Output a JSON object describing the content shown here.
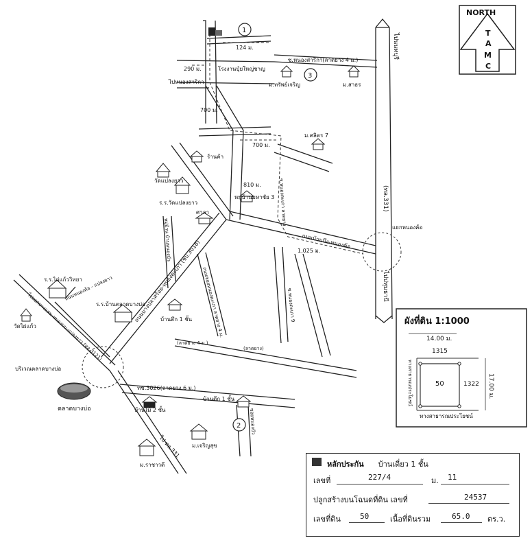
{
  "north": {
    "title": "NORTH",
    "letters": [
      "T",
      "A",
      "M",
      "C"
    ]
  },
  "roads": {
    "to_nonthaburi": "ไปนนทบุรี",
    "to_pathum": "ไปปทุมธานี",
    "route_331": "(ทล.331)",
    "nong_sarika_soi": "ซ.หนองสาริกา(ลาดยาง 4 ม.)",
    "to_nong_sarika": "ไปหนองสาริกา",
    "banbueng_nongkho": "ถนนบ้านบึง-หนองค้อ",
    "nong_kho_junction": "แยกหนองค้อ",
    "nong_pla_lai_road": "ถนนบางปลาสร้อย-หนองตะเภา (ชบ.3018)",
    "soi_left_vertical": "หมู่บ้าน บ้านหนองบัว",
    "soi_mid_vertical": "ถนนซอยหนองตะเภา ลาดยาง 4 ม.",
    "soi_right_vertical": "ซ.หนองตะเภา ลาดยาง",
    "soi_far_vertical": "ซ.หนองตะเภา 9",
    "lat_yang_4": "(ลาดยาง 4 ม.)",
    "lat_yang_right": "(ลาดยาง)",
    "bang_saen_road": "ไปแยกบางแสน-หนองมน-แปลงยาว (ทล.3121)",
    "nong_kho_3_left": "ถนนหนองค้อ - แปลงยาว",
    "soi_3026": "ทช.3026(ลาดยาง 6 ม.)",
    "to_331_bottom": "ไป ทล.331",
    "market_road": "บริเวณตลาดบางบ่อ",
    "vertical_soi_bottom": "ซอยหนองบัว"
  },
  "places": {
    "school_plywood": "โรงงานปุ๋ยใหญ่ชาญ",
    "village_sap": "ม.ทรัพย์เจริญ",
    "village_sathorn": "ม.สาธร",
    "village_silp": "ม.ศลิตร 7",
    "shop": "ร้านค้า",
    "wat_nongbua": "วัดแปลงยาว",
    "school_nongbua": "ร.ร.วัดแปลงยาว",
    "village_mahachai": "หมู่บ้านมหาชัย 3",
    "sala": "ศาลา",
    "school_left": "ร.ร.ไผ่แก้ววิทยา",
    "school_market": "ร.ร.บ้านตลาดบางบ่อ",
    "wat_left": "วัดไผ่แก้ว",
    "house_1floor": "บ้านตึก 1 ชั้น",
    "market": "ตลาดบางบ่อ",
    "house_2floor": "บ้านไม้ 2 ชั้น",
    "house_1floor_b": "บ้านตึก 1 ชั้น",
    "village_rungsuk": "ม.เจริญสุข",
    "village_rachawadee": "ม.ราชาวดี"
  },
  "distances": {
    "d124": "124 ม.",
    "d290": "290 ม.",
    "d700a": "700 ม.",
    "d700b": "700 ม.",
    "d810": "810 ม.",
    "d1025": "1,025 ม."
  },
  "markers": [
    "1",
    "2",
    "3"
  ],
  "plot": {
    "title": "ผังที่ดิน 1:1000",
    "width": "14.00 ม.",
    "height": "17.00 ม.",
    "parcel_main": "50",
    "parcel_top": "1315",
    "parcel_right": "1322",
    "side_road": "ทางสาธารณประโยชน์",
    "bottom_road": "ทางสาธารณประโยชน์"
  },
  "info": {
    "collateral_label": "หลักประกัน",
    "collateral_value": "บ้านเดี่ยว 1 ชั้น",
    "house_no_label": "เลขที่",
    "house_no_value": "227/4",
    "moo_label": "ม.",
    "moo_value": "11",
    "deed_label": "ปลูกสร้างบนโฉนดที่ดิน เลขที่",
    "deed_value": "24537",
    "land_no_label": "เลขที่ดิน",
    "land_no_value": "50",
    "area_label": "เนื้อที่ดินรวม",
    "area_value": "65.0",
    "area_unit": "ตร.ว."
  }
}
